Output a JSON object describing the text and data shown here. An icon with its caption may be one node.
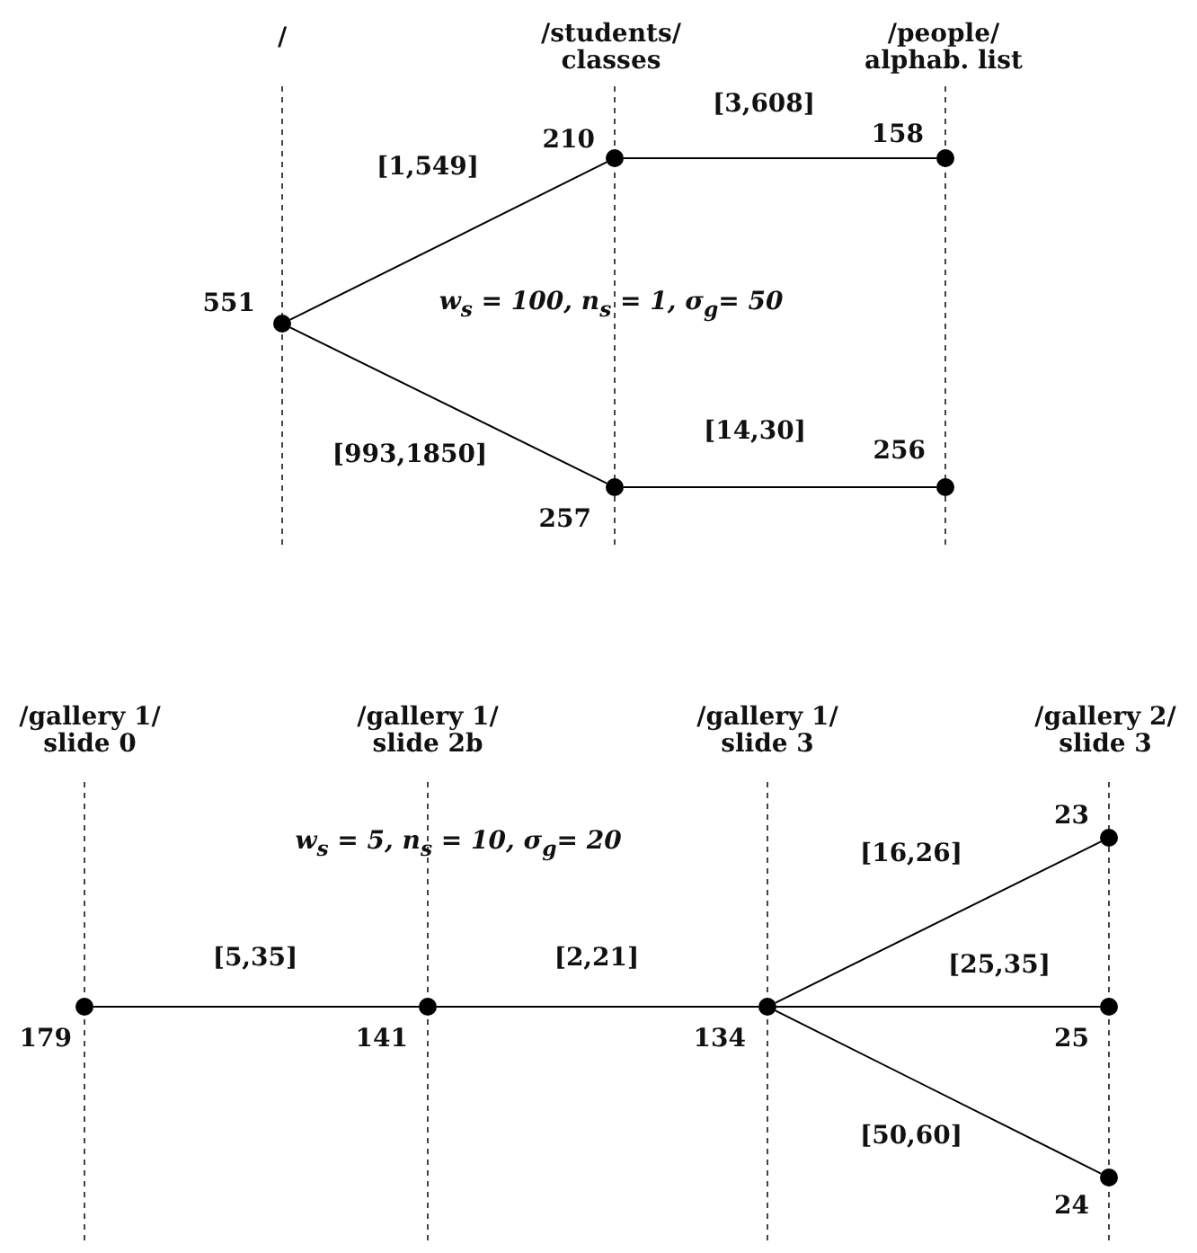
{
  "diagram": {
    "nodes": [
      {
        "text": [],
        "shape": "circle",
        "beside": [
          "551"
        ]
      },
      {
        "text": [],
        "shape": "circle",
        "beside": [
          "210"
        ]
      },
      {
        "text": [],
        "shape": "circle",
        "beside": [
          "158"
        ]
      },
      {
        "text": [],
        "shape": "circle",
        "beside": [
          "257"
        ]
      },
      {
        "text": [],
        "shape": "circle",
        "beside": [
          "256"
        ]
      },
      {
        "text": [],
        "shape": "circle",
        "beside": [
          "179"
        ]
      },
      {
        "text": [],
        "shape": "circle",
        "beside": [
          "141"
        ]
      },
      {
        "text": [],
        "shape": "circle",
        "beside": [
          "134"
        ]
      },
      {
        "text": [],
        "shape": "circle",
        "beside": [
          "23"
        ]
      },
      {
        "text": [],
        "shape": "circle",
        "beside": [
          "25"
        ]
      },
      {
        "text": [],
        "shape": "circle",
        "beside": [
          "24"
        ]
      }
    ],
    "edges": [
      {
        "from": 0,
        "to": 1,
        "arrow": "none",
        "label": "[1,549]"
      },
      {
        "from": 1,
        "to": 2,
        "arrow": "none",
        "label": "[3,608]"
      },
      {
        "from": 0,
        "to": 3,
        "arrow": "none",
        "label": "[993,1850]"
      },
      {
        "from": 3,
        "to": 4,
        "arrow": "none",
        "label": "[14,30]"
      },
      {
        "from": 5,
        "to": 6,
        "arrow": "none",
        "label": "[5,35]"
      },
      {
        "from": 6,
        "to": 7,
        "arrow": "none",
        "label": "[2,21]"
      },
      {
        "from": 7,
        "to": 8,
        "arrow": "none",
        "label": "[16,26]"
      },
      {
        "from": 7,
        "to": 9,
        "arrow": "none",
        "label": "[25,35]"
      },
      {
        "from": 7,
        "to": 10,
        "arrow": "none",
        "label": "[50,60]"
      }
    ],
    "labels": [
      "/",
      "/students/ classes",
      "/people/ alphab. list",
      "w$_{s}$ = 100, n$_{s}$ = 1, σ$_{g}$= 50",
      "/gallery 1/ slide 0",
      "/gallery 1/ slide 2b",
      "/gallery 1/ slide 3",
      "/gallery 2/ slide 3",
      "w$_{s}$ = 5, n$_{s}$ = 10, σ$_{g}$= 20"
    ]
  }
}
